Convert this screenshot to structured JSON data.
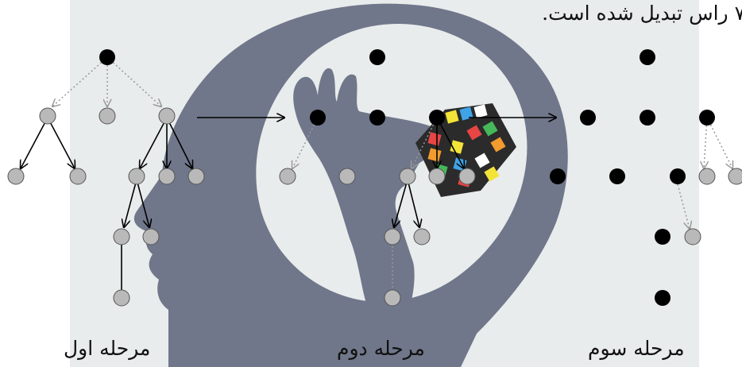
{
  "header": {
    "text": "۷ راس تبدیل شده است."
  },
  "stages": [
    {
      "label": "مرحله اول"
    },
    {
      "label": "مرحله دوم"
    },
    {
      "label": "مرحله سوم"
    }
  ],
  "colors": {
    "background": "#e9ecec",
    "silhouette": "#70778a",
    "visited_node": "#000000",
    "unvisited_node": "#b9b9b9",
    "tree_edge": "#000000",
    "dotted_edge": "#999999"
  }
}
